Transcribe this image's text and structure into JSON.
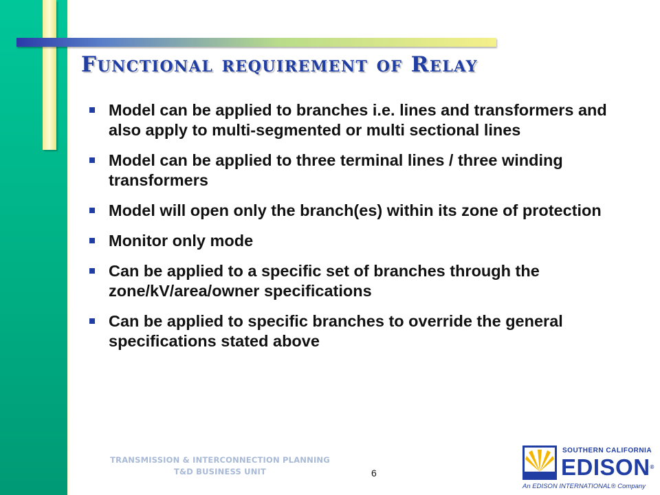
{
  "slide": {
    "title": "Functional requirement of Relay",
    "bullets": [
      "Model can be applied to branches i.e. lines and transformers and also apply to multi-segmented or multi sectional lines",
      "Model can be applied to three terminal lines / three winding transformers",
      "Model will open only the branch(es) within its zone of protection",
      "Monitor only mode",
      "Can be applied to a specific set of branches through the zone/kV/area/owner specifications",
      "Can be applied to specific branches to override the general specifications stated above"
    ],
    "footer_line1": "TRANSMISSION & INTERCONNECTION PLANNING",
    "footer_line2": "T&D BUSINESS UNIT",
    "page_number": "6"
  },
  "logo": {
    "top_text": "SOUTHERN CALIFORNIA",
    "name": "EDISON",
    "registered": "®",
    "tagline": "An EDISON INTERNATIONAL® Company",
    "icon": "sun-logo-icon"
  },
  "colors": {
    "title": "#1f3da3",
    "left_bar": "#00b488",
    "bullet": "#1f3da3",
    "footer": "#a8bad6"
  }
}
